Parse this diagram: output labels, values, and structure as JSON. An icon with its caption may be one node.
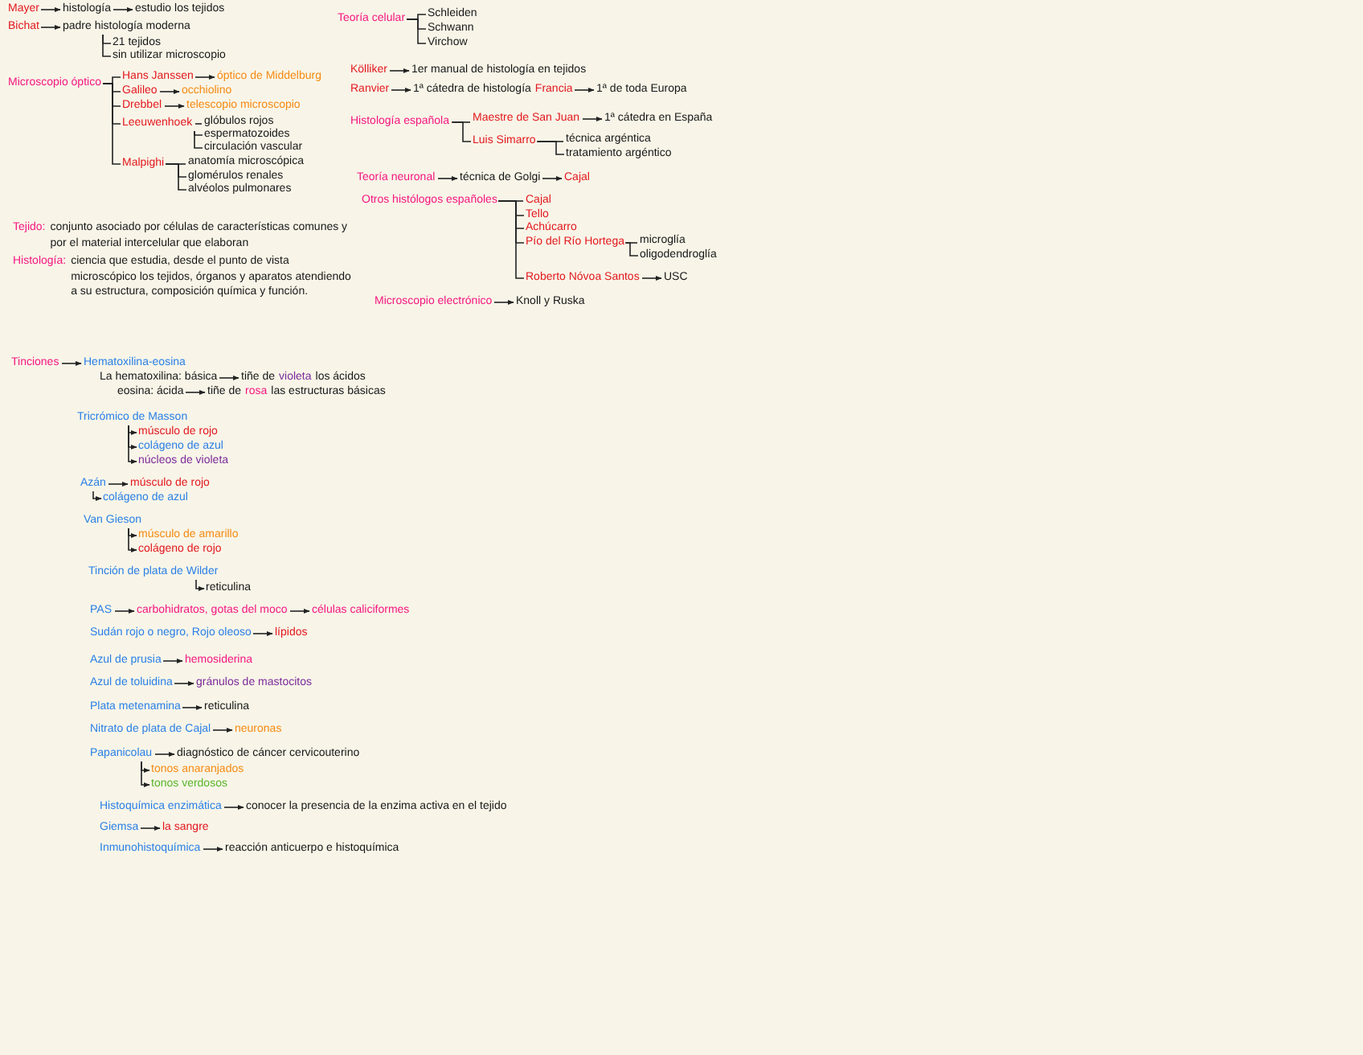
{
  "diagram": {
    "nodes": [
      {
        "text": [
          "Mayer"
        ]
      },
      {
        "text": [
          "histología"
        ]
      },
      {
        "text": [
          "estudio los tejidos"
        ]
      },
      {
        "text": [
          "Bichat"
        ]
      },
      {
        "text": [
          "padre histología moderna"
        ]
      },
      {
        "text": [
          "21 tejidos"
        ]
      },
      {
        "text": [
          "sin utilizar microscopio"
        ]
      },
      {
        "text": [
          "Microscopio óptico"
        ]
      },
      {
        "text": [
          "Hans Janssen"
        ]
      },
      {
        "text": [
          "óptico de Middelburg"
        ]
      },
      {
        "text": [
          "Galileo"
        ]
      },
      {
        "text": [
          "occhiolino"
        ]
      },
      {
        "text": [
          "Drebbel"
        ]
      },
      {
        "text": [
          "telescopio microscopio"
        ]
      },
      {
        "text": [
          "Leeuwenhoek"
        ]
      },
      {
        "text": [
          "glóbulos rojos"
        ]
      },
      {
        "text": [
          "espermatozoides"
        ]
      },
      {
        "text": [
          "circulación vascular"
        ]
      },
      {
        "text": [
          "Malpighi"
        ]
      },
      {
        "text": [
          "anatomía microscópica"
        ]
      },
      {
        "text": [
          "glomérulos renales"
        ]
      },
      {
        "text": [
          "alvéolos pulmonares"
        ]
      },
      {
        "text": [
          "Teoría celular"
        ]
      },
      {
        "text": [
          "Schleiden"
        ]
      },
      {
        "text": [
          "Schwann"
        ]
      },
      {
        "text": [
          "Virchow"
        ]
      },
      {
        "text": [
          "Kölliker"
        ]
      },
      {
        "text": [
          "1er manual de histología en tejidos"
        ]
      },
      {
        "text": [
          "Ranvier"
        ]
      },
      {
        "text": [
          "1ª cátedra de histología",
          "Francia"
        ]
      },
      {
        "text": [
          "1ª de toda Europa"
        ]
      },
      {
        "text": [
          "Histología española"
        ]
      },
      {
        "text": [
          "Maestre de San Juan"
        ]
      },
      {
        "text": [
          "1ª cátedra en España"
        ]
      },
      {
        "text": [
          "Luis Simarro"
        ]
      },
      {
        "text": [
          "técnica argéntica"
        ]
      },
      {
        "text": [
          "tratamiento argéntico"
        ]
      },
      {
        "text": [
          "Teoría neuronal"
        ]
      },
      {
        "text": [
          "técnica de Golgi"
        ]
      },
      {
        "text": [
          "Cajal"
        ]
      },
      {
        "text": [
          "Otros histólogos españoles"
        ]
      },
      {
        "text": [
          "Cajal"
        ]
      },
      {
        "text": [
          "Tello"
        ]
      },
      {
        "text": [
          "Achúcarro"
        ]
      },
      {
        "text": [
          "Pío del Río Hortega"
        ]
      },
      {
        "text": [
          "microglía"
        ]
      },
      {
        "text": [
          "oligodendroglía"
        ]
      },
      {
        "text": [
          "Roberto Nóvoa Santos"
        ]
      },
      {
        "text": [
          "USC"
        ]
      },
      {
        "text": [
          "Microscopio electrónico"
        ]
      },
      {
        "text": [
          "Knoll y Ruska"
        ]
      },
      {
        "text": [
          "Tinciones"
        ]
      },
      {
        "text": [
          "Hematoxilina-eosina"
        ]
      },
      {
        "text": [
          "La hematoxilina: básica"
        ]
      },
      {
        "text": [
          "tiñe de",
          "violeta",
          "los ácidos"
        ]
      },
      {
        "text": [
          "eosina: ácida"
        ]
      },
      {
        "text": [
          "tiñe de",
          "rosa",
          "las estructuras básicas"
        ]
      },
      {
        "text": [
          "Tricrómico de Masson"
        ]
      },
      {
        "text": [
          "músculo de rojo"
        ]
      },
      {
        "text": [
          "colágeno de azul"
        ]
      },
      {
        "text": [
          "núcleos de violeta"
        ]
      },
      {
        "text": [
          "Azán"
        ]
      },
      {
        "text": [
          "músculo de rojo"
        ]
      },
      {
        "text": [
          "colágeno de azul"
        ]
      },
      {
        "text": [
          "Van Gieson"
        ]
      },
      {
        "text": [
          "músculo de amarillo"
        ]
      },
      {
        "text": [
          "colágeno de rojo"
        ]
      },
      {
        "text": [
          "Tinción de plata de Wilder"
        ]
      },
      {
        "text": [
          "reticulina"
        ]
      },
      {
        "text": [
          "PAS"
        ]
      },
      {
        "text": [
          "carbohidratos, gotas del moco"
        ]
      },
      {
        "text": [
          "células caliciformes"
        ]
      },
      {
        "text": [
          "Sudán rojo o negro, Rojo oleoso"
        ]
      },
      {
        "text": [
          "lípidos"
        ]
      },
      {
        "text": [
          "Azul de prusia"
        ]
      },
      {
        "text": [
          "hemosiderina"
        ]
      },
      {
        "text": [
          "Azul de toluidina"
        ]
      },
      {
        "text": [
          "gránulos de mastocitos"
        ]
      },
      {
        "text": [
          "Plata metenamina"
        ]
      },
      {
        "text": [
          "reticulina"
        ]
      },
      {
        "text": [
          "Nitrato de plata de Cajal"
        ]
      },
      {
        "text": [
          "neuronas"
        ]
      },
      {
        "text": [
          "Papanicolau"
        ]
      },
      {
        "text": [
          "diagnóstico de cáncer cervicouterino"
        ]
      },
      {
        "text": [
          "tonos anaranjados"
        ]
      },
      {
        "text": [
          "tonos verdosos"
        ]
      },
      {
        "text": [
          "Histoquímica enzimática"
        ]
      },
      {
        "text": [
          "conocer la presencia de la enzima activa en el tejido"
        ]
      },
      {
        "text": [
          "Giemsa"
        ]
      },
      {
        "text": [
          "la sangre"
        ]
      },
      {
        "text": [
          "Inmunohistoquímica"
        ]
      },
      {
        "text": [
          "reacción anticuerpo e histoquímica"
        ]
      }
    ],
    "edges": [
      {
        "from": 0,
        "to": 1,
        "arrow": "to"
      },
      {
        "from": 1,
        "to": 2,
        "arrow": "to"
      },
      {
        "from": 3,
        "to": 4,
        "arrow": "to"
      },
      {
        "from": 4,
        "to": 5,
        "arrow": "none"
      },
      {
        "from": 4,
        "to": 6,
        "arrow": "none"
      },
      {
        "from": 7,
        "to": 8,
        "arrow": "none"
      },
      {
        "from": 8,
        "to": 9,
        "arrow": "to"
      },
      {
        "from": 7,
        "to": 10,
        "arrow": "none"
      },
      {
        "from": 10,
        "to": 11,
        "arrow": "to"
      },
      {
        "from": 7,
        "to": 12,
        "arrow": "none"
      },
      {
        "from": 12,
        "to": 13,
        "arrow": "to"
      },
      {
        "from": 7,
        "to": 14,
        "arrow": "none"
      },
      {
        "from": 14,
        "to": 15,
        "arrow": "none"
      },
      {
        "from": 14,
        "to": 16,
        "arrow": "none"
      },
      {
        "from": 14,
        "to": 17,
        "arrow": "none"
      },
      {
        "from": 7,
        "to": 18,
        "arrow": "none"
      },
      {
        "from": 18,
        "to": 19,
        "arrow": "none"
      },
      {
        "from": 18,
        "to": 20,
        "arrow": "none"
      },
      {
        "from": 18,
        "to": 21,
        "arrow": "none"
      },
      {
        "from": 22,
        "to": 23,
        "arrow": "none"
      },
      {
        "from": 22,
        "to": 24,
        "arrow": "none"
      },
      {
        "from": 22,
        "to": 25,
        "arrow": "none"
      },
      {
        "from": 26,
        "to": 27,
        "arrow": "to"
      },
      {
        "from": 28,
        "to": 29,
        "arrow": "to"
      },
      {
        "from": 29,
        "to": 30,
        "arrow": "to"
      },
      {
        "from": 31,
        "to": 32,
        "arrow": "none"
      },
      {
        "from": 32,
        "to": 33,
        "arrow": "to"
      },
      {
        "from": 31,
        "to": 34,
        "arrow": "none"
      },
      {
        "from": 34,
        "to": 35,
        "arrow": "none"
      },
      {
        "from": 34,
        "to": 36,
        "arrow": "none"
      },
      {
        "from": 37,
        "to": 38,
        "arrow": "to"
      },
      {
        "from": 38,
        "to": 39,
        "arrow": "to"
      },
      {
        "from": 40,
        "to": 41,
        "arrow": "none"
      },
      {
        "from": 40,
        "to": 42,
        "arrow": "none"
      },
      {
        "from": 40,
        "to": 43,
        "arrow": "none"
      },
      {
        "from": 40,
        "to": 44,
        "arrow": "none"
      },
      {
        "from": 44,
        "to": 45,
        "arrow": "none"
      },
      {
        "from": 44,
        "to": 46,
        "arrow": "none"
      },
      {
        "from": 40,
        "to": 47,
        "arrow": "none"
      },
      {
        "from": 47,
        "to": 48,
        "arrow": "to"
      },
      {
        "from": 49,
        "to": 50,
        "arrow": "to"
      },
      {
        "from": 51,
        "to": 52,
        "arrow": "to"
      },
      {
        "from": 53,
        "to": 54,
        "arrow": "to"
      },
      {
        "from": 55,
        "to": 56,
        "arrow": "to"
      },
      {
        "from": 57,
        "to": 58,
        "arrow": "to"
      },
      {
        "from": 57,
        "to": 59,
        "arrow": "to"
      },
      {
        "from": 57,
        "to": 60,
        "arrow": "to"
      },
      {
        "from": 61,
        "to": 62,
        "arrow": "to"
      },
      {
        "from": 61,
        "to": 63,
        "arrow": "to"
      },
      {
        "from": 64,
        "to": 65,
        "arrow": "to"
      },
      {
        "from": 64,
        "to": 66,
        "arrow": "to"
      },
      {
        "from": 67,
        "to": 68,
        "arrow": "to"
      },
      {
        "from": 69,
        "to": 70,
        "arrow": "to"
      },
      {
        "from": 70,
        "to": 71,
        "arrow": "to"
      },
      {
        "from": 72,
        "to": 73,
        "arrow": "to"
      },
      {
        "from": 74,
        "to": 75,
        "arrow": "to"
      },
      {
        "from": 76,
        "to": 77,
        "arrow": "to"
      },
      {
        "from": 78,
        "to": 79,
        "arrow": "to"
      },
      {
        "from": 80,
        "to": 81,
        "arrow": "to"
      },
      {
        "from": 82,
        "to": 83,
        "arrow": "to"
      },
      {
        "from": 82,
        "to": 84,
        "arrow": "to"
      },
      {
        "from": 82,
        "to": 85,
        "arrow": "to"
      },
      {
        "from": 86,
        "to": 87,
        "arrow": "to"
      },
      {
        "from": 88,
        "to": 89,
        "arrow": "to"
      },
      {
        "from": 90,
        "to": 91,
        "arrow": "to"
      }
    ],
    "labels": [
      "Tejido:",
      "conjunto asociado por células de características comunes y por el material intercelular que elaboran",
      "Histología:",
      "ciencia que estudia, desde el punto de vista microscópico los tejidos, órganos y aparatos atendiendo a su estructura, composición química y función."
    ]
  }
}
